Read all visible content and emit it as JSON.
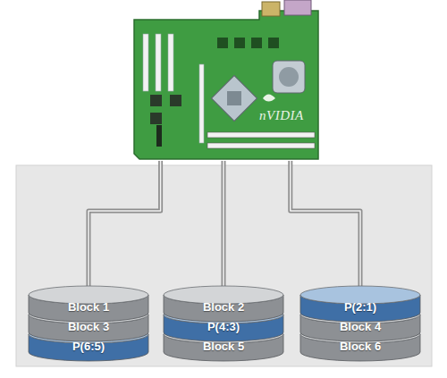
{
  "diagram": {
    "nodes": [
      {
        "text": [
          "nVIDIA"
        ]
      },
      {
        "text": [
          "Block 1",
          "Block 3",
          "P(6:5)"
        ]
      },
      {
        "text": [
          "Block 2",
          "P(4:3)",
          "Block 5"
        ]
      },
      {
        "text": [
          "P(2:1)",
          "Block 4",
          "Block 6"
        ]
      }
    ],
    "edges": [
      {
        "from": 0,
        "to": 1,
        "arrow": "none"
      },
      {
        "from": 0,
        "to": 2,
        "arrow": "none"
      },
      {
        "from": 0,
        "to": 3,
        "arrow": "none"
      }
    ]
  }
}
